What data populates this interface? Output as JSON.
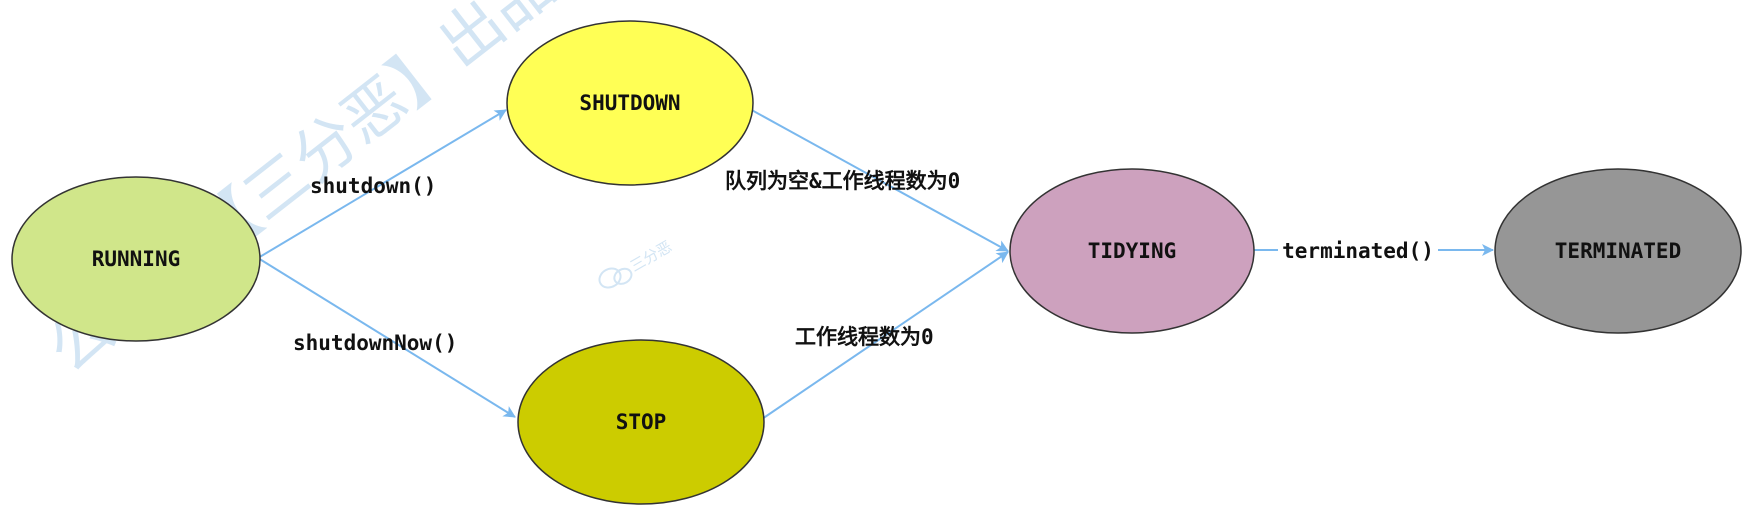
{
  "watermark": {
    "large_text": "公众号【三分恶】出品",
    "small_text": "三分恶"
  },
  "nodes": {
    "running": {
      "label": "RUNNING",
      "color": "#d0e68a"
    },
    "shutdown": {
      "label": "SHUTDOWN",
      "color": "#ffff55"
    },
    "stop": {
      "label": "STOP",
      "color": "#cccc00"
    },
    "tidying": {
      "label": "TIDYING",
      "color": "#cda1be"
    },
    "terminated": {
      "label": "TERMINATED",
      "color": "#969696"
    }
  },
  "edges": {
    "running_to_shutdown": {
      "label": "shutdown()"
    },
    "running_to_stop": {
      "label": "shutdownNow()"
    },
    "shutdown_to_tidying": {
      "label": "队列为空&工作线程数为0"
    },
    "stop_to_tidying": {
      "label": "工作线程数为0"
    },
    "tidying_to_terminated": {
      "label": "terminated()"
    }
  },
  "colors": {
    "edge": "#7ab8ee",
    "outline": "#333333"
  }
}
